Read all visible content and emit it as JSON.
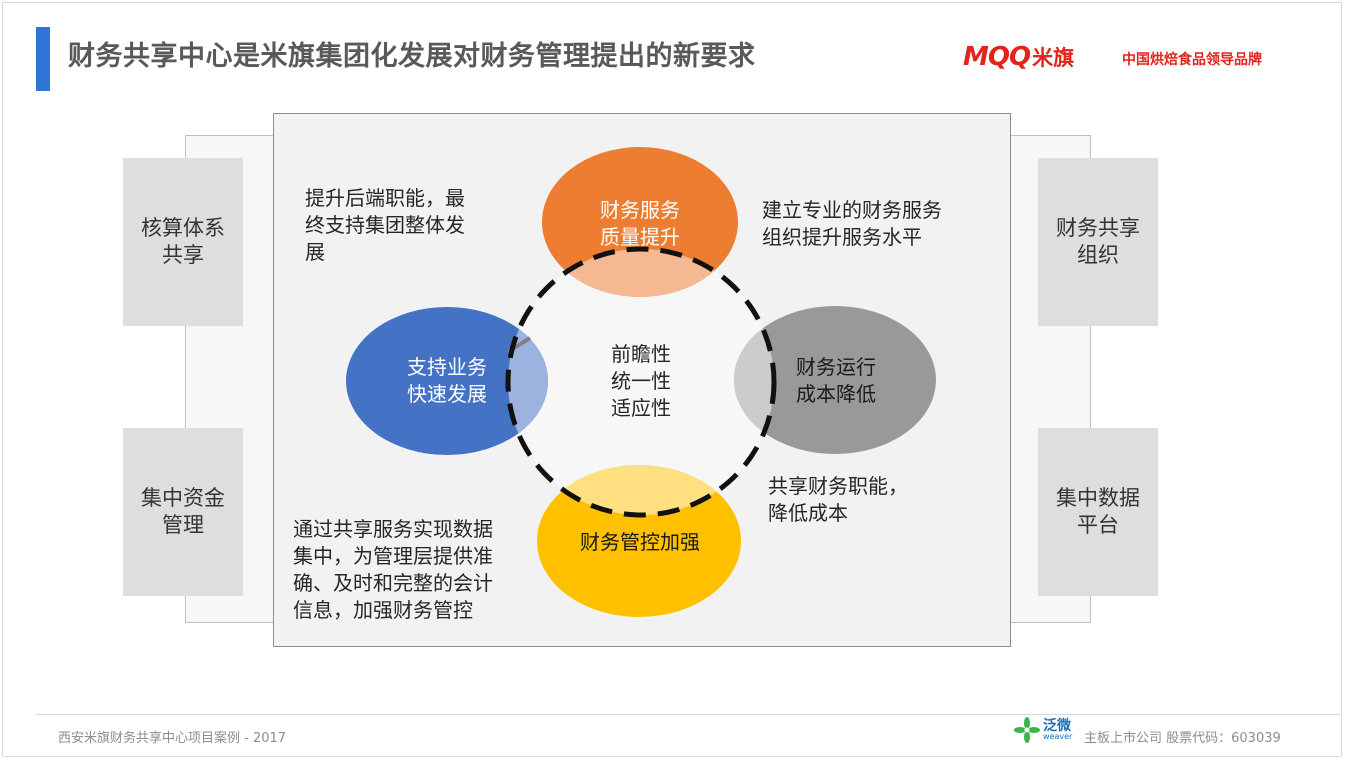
{
  "title": "财务共享中心是米旗集团化发展对财务管理提出的新要求",
  "brand": {
    "logo_latin": "MQQ",
    "logo_cn": "米旗",
    "tagline": "中国烘焙食品领导品牌"
  },
  "side_boxes": {
    "left_top": "核算体系\n共享",
    "left_bottom": "集中资金\n管理",
    "right_top": "财务共享\n组织",
    "right_bottom": "集中数据\n平台"
  },
  "ellipses": {
    "top": "财务服务\n质量提升",
    "left": "支持业务\n快速发展",
    "right": "财务运行\n成本降低",
    "bottom": "财务管控加强"
  },
  "center_text": "前瞻性\n统一性\n适应性",
  "notes": {
    "top_left": "提升后端职能，最\n终支持集团整体发\n展",
    "top_right": "建立专业的财务服务\n组织提升服务水平",
    "bottom_right": "共享财务职能，\n降低成本",
    "bottom_left": "通过共享服务实现数据\n集中，为管理层提供准\n确、及时和完整的会计\n信息，加强财务管控"
  },
  "footer": {
    "left": "西安米旗财务共享中心项目案例 - 2017",
    "weaver_cn": "泛微",
    "weaver_en": "weaver",
    "right": "主板上市公司  股票代码：603039"
  },
  "colors": {
    "accent_blue": "#2e75d6",
    "brand_red": "#e1241c",
    "orange": "#ed7d31",
    "blue": "#4472c4",
    "gray": "#8c8c8c",
    "yellow": "#ffc000"
  }
}
